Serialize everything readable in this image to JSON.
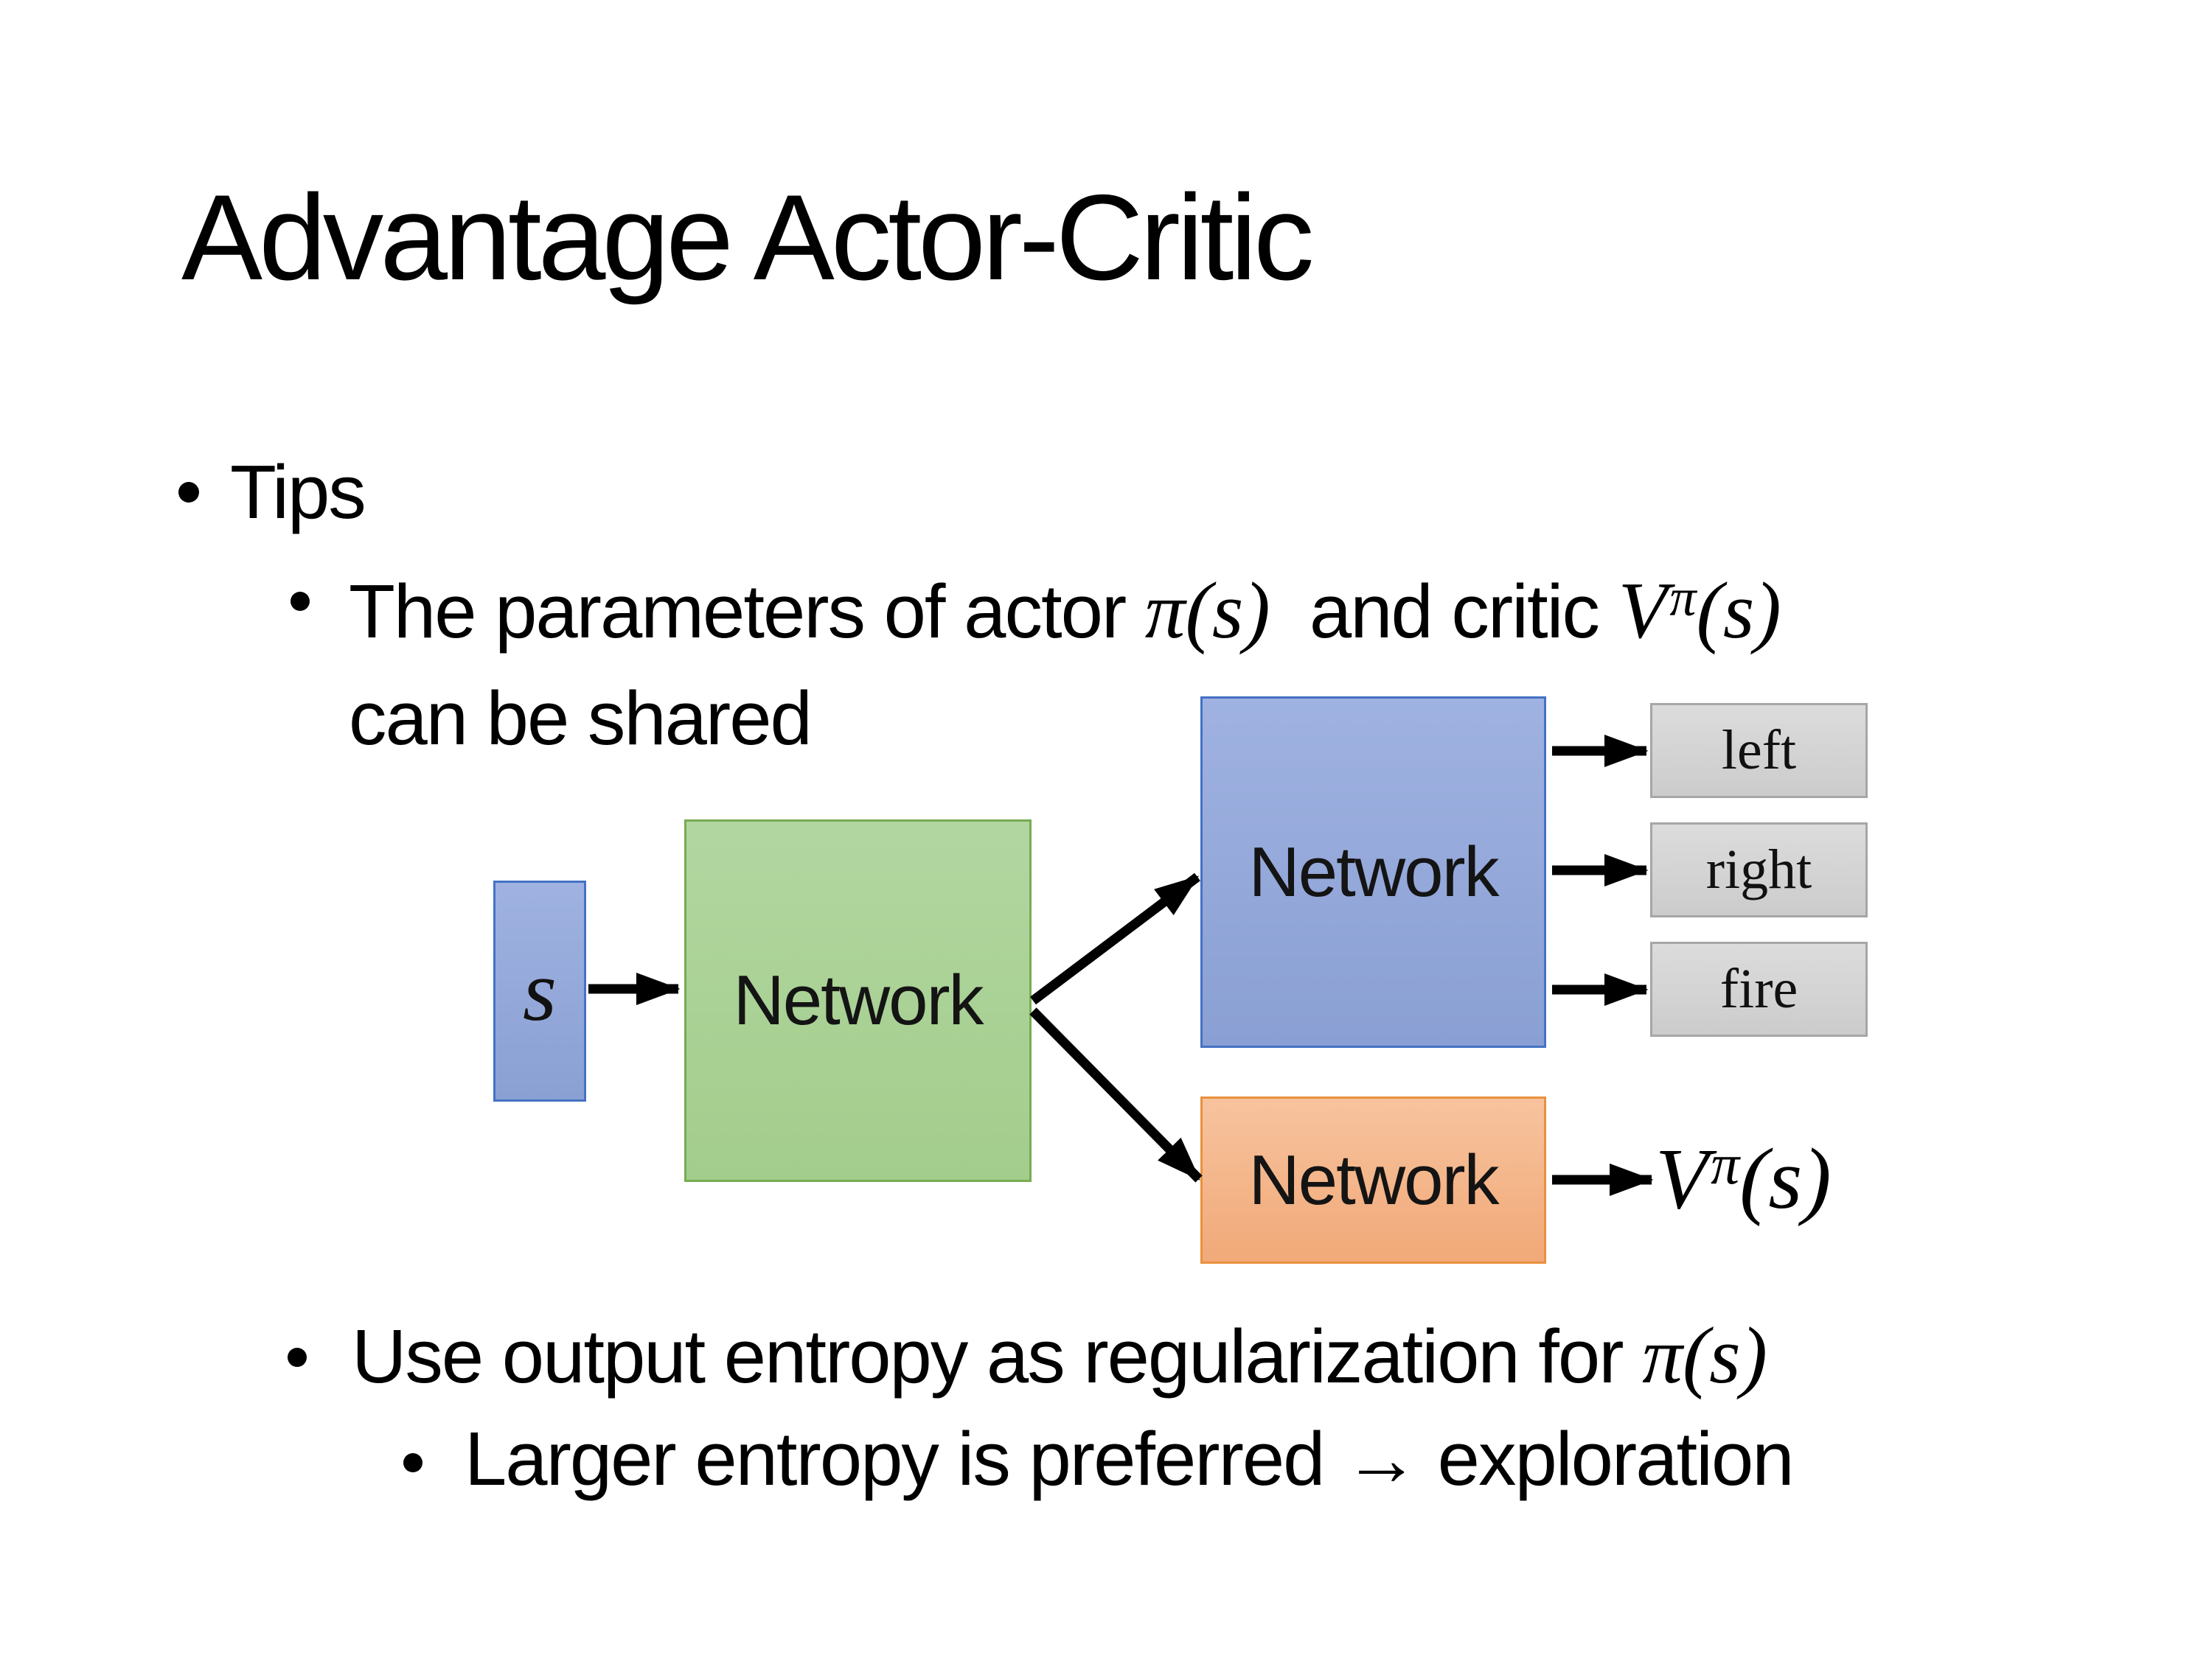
{
  "slide": {
    "title": "Advantage Actor-Critic",
    "bullets": {
      "tips": "Tips",
      "sub1": {
        "pre": "The parameters of actor ",
        "math1": "π(s)",
        "mid": "  and critic ",
        "v_base": "V",
        "v_sup": "π",
        "v_args": "(s)",
        "line2": "can be shared"
      },
      "sub2": {
        "pre": "Use output entropy as regularization for ",
        "math": "π(s)"
      },
      "sub3": "Larger entropy is preferred → exploration"
    },
    "diagram": {
      "state_label": "s",
      "shared_network_label": "Network",
      "actor_network_label": "Network",
      "critic_network_label": "Network",
      "actions": [
        "left",
        "right",
        "fire"
      ],
      "critic_output": {
        "base": "V",
        "sup": "π",
        "args": "(s)"
      },
      "colors": {
        "state_fill": "#8fa9d9",
        "state_border": "#4472c4",
        "shared_fill": "#a9d18e",
        "shared_border": "#77ab53",
        "actor_fill": "#8faadc",
        "actor_border": "#4472c4",
        "critic_fill": "#f4b183",
        "critic_border": "#e9913e",
        "action_fill": "#d6d6d6",
        "action_border": "#a6a6a6",
        "arrow": "#000000",
        "text": "#000000"
      }
    }
  }
}
